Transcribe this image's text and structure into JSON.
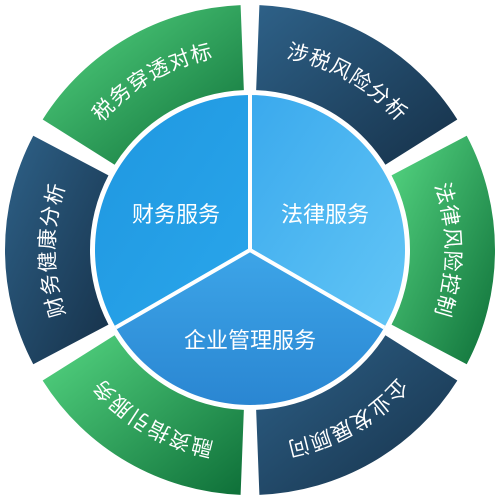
{
  "inner": {
    "finance": "财务服务",
    "law": "法律服务",
    "management": "企业管理服务"
  },
  "outer": {
    "tax_planning": "税务穿透对标",
    "tax_risk": "涉税风险分析",
    "legal_risk": "法律风险控制",
    "enterprise_diag": "企业发展顾问",
    "financing": "融资指引服务",
    "financial_health": "财务健康分析"
  },
  "colors": {
    "navy_start": "#2a5a7e",
    "navy_end": "#17344c",
    "green_start": "#4fd07a",
    "green_end": "#0f7a3e",
    "inner_left": "#23a0e4",
    "inner_right": "#52b9f0",
    "inner_bottom": "#2d8fd8"
  }
}
